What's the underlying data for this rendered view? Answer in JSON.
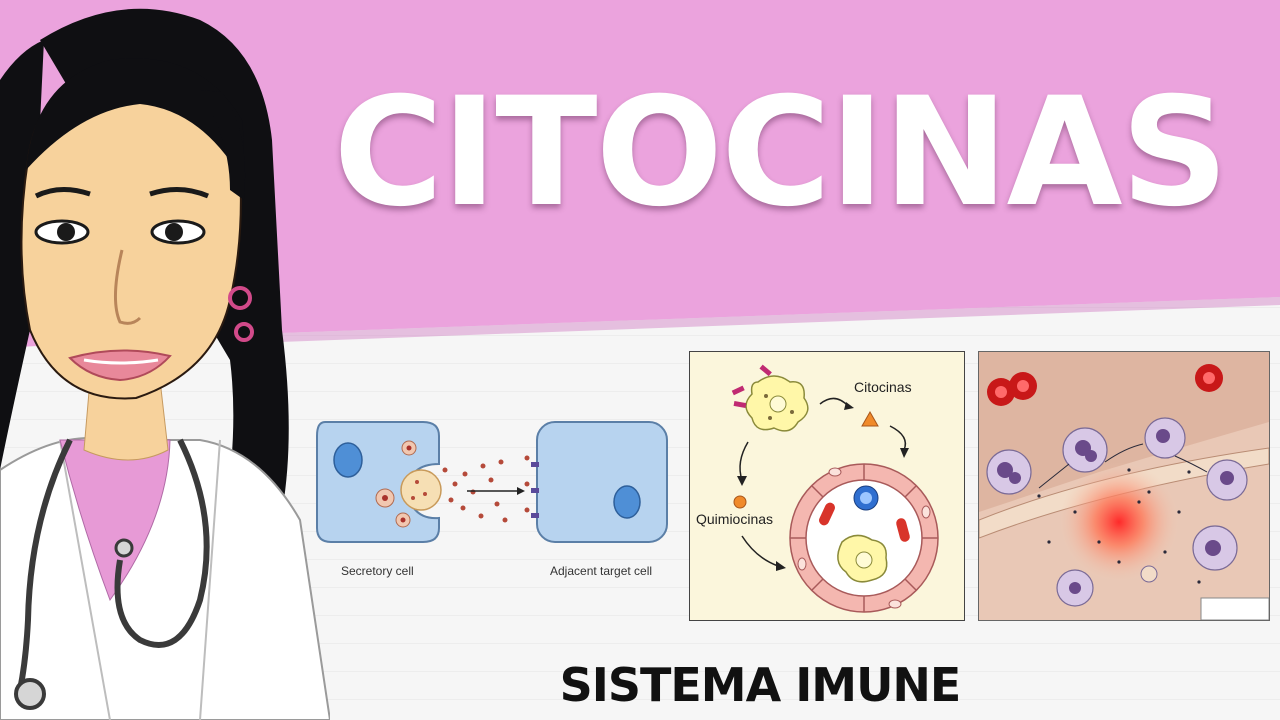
{
  "title": "CITOCINAS",
  "subtitle": "SISTEMA IMUNE",
  "figure_paracrine": {
    "left_label": "Secretory cell",
    "right_label": "Adjacent target cell"
  },
  "figure_chemokine": {
    "top_label": "Citocinas",
    "left_label": "Quimiocinas"
  },
  "colors": {
    "banner_pink": "#eba3dd",
    "title_white": "#ffffff",
    "subtitle_black": "#111111",
    "cell_blue": "#b7d3ef"
  },
  "icons": [
    "doctor-character-illustration",
    "stethoscope-icon",
    "cytokine-triangle-icon",
    "chemokine-dot-icon"
  ]
}
